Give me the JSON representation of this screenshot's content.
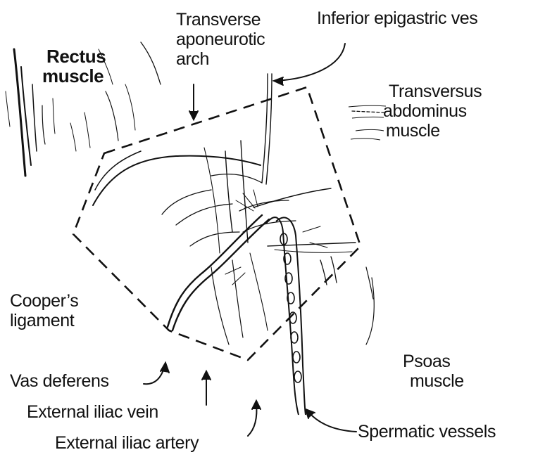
{
  "labels": {
    "rectus_muscle": [
      "Rectus",
      "muscle"
    ],
    "transverse_aponeurotic_arch": [
      "Transverse",
      "aponeurotic",
      "arch"
    ],
    "inferior_epigastric_vessels": "Inferior epigastric ves",
    "transversus_abdominus_muscle": [
      "Transversus",
      "abdominus",
      "muscle"
    ],
    "coopers_ligament": [
      "Cooper’s",
      "ligament"
    ],
    "vas_deferens": "Vas deferens",
    "external_iliac_vein": "External iliac vein",
    "external_iliac_artery": "External iliac artery",
    "psoas_muscle": [
      "Psoas",
      "muscle"
    ],
    "spermatic_vessels": "Spermatic vessels"
  },
  "colors": {
    "ink": "#111111",
    "background": "#ffffff"
  }
}
